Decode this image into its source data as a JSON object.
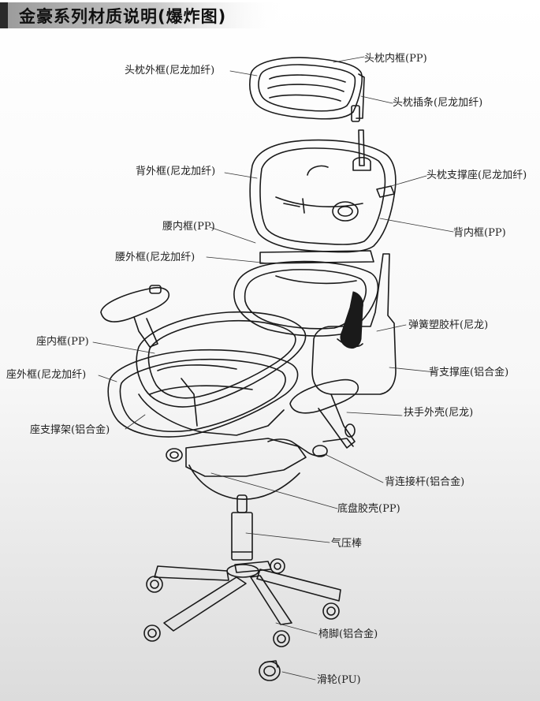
{
  "header": {
    "title": "金豪系列材质说明(爆炸图)"
  },
  "labels": {
    "headrest_inner": "头枕内框(PP)",
    "headrest_outer": "头枕外框(尼龙加纤)",
    "headrest_strip": "头枕插条(尼龙加纤)",
    "back_outer": "背外框(尼龙加纤)",
    "headrest_mount": "头枕支撑座(尼龙加纤)",
    "lumbar_inner": "腰内框(PP)",
    "back_inner": "背内框(PP)",
    "lumbar_outer": "腰外框(尼龙加纤)",
    "spring_rod": "弹簧塑胶杆(尼龙)",
    "seat_inner": "座内框(PP)",
    "back_support": "背支撑座(铝合金)",
    "seat_outer": "座外框(尼龙加纤)",
    "armrest_shell": "扶手外壳(尼龙)",
    "seat_bracket": "座支撑架(铝合金)",
    "back_link": "背连接杆(铝合金)",
    "chassis_shell": "底盘胶壳(PP)",
    "gas_lift": "气压棒",
    "base_leg": "椅脚(铝合金)",
    "caster": "滑轮(PU)"
  }
}
